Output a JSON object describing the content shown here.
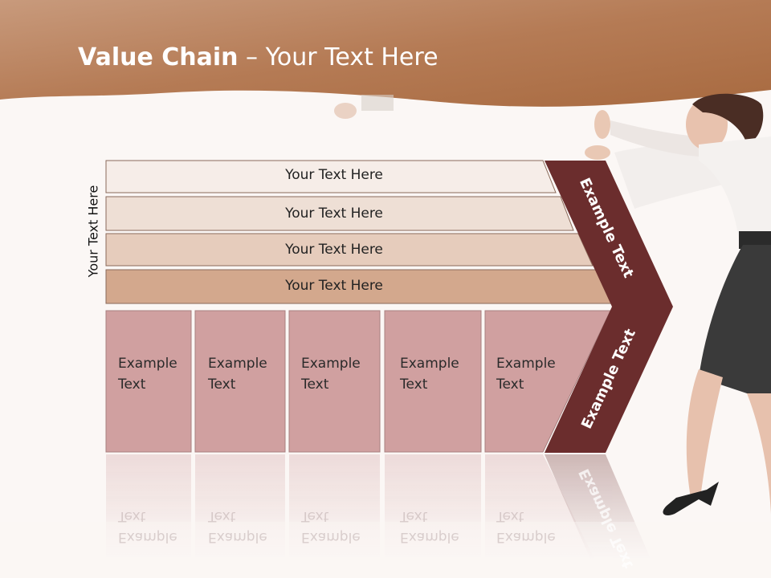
{
  "slide": {
    "title_bold": "Value Chain",
    "title_rest": " – Your Text Here",
    "side_label": "Your Text Here"
  },
  "bands": [
    {
      "label": "Your Text Here"
    },
    {
      "label": "Your Text Here"
    },
    {
      "label": "Your Text Here"
    },
    {
      "label": "Your Text Here"
    }
  ],
  "cells": [
    {
      "line1": "Example",
      "line2": "Text"
    },
    {
      "line1": "Example",
      "line2": "Text"
    },
    {
      "line1": "Example",
      "line2": "Text"
    },
    {
      "line1": "Example",
      "line2": "Text"
    },
    {
      "line1": "Example",
      "line2": "Text"
    }
  ],
  "chevron": {
    "upper_label": "Example Text",
    "lower_label": "Example Text"
  },
  "colors": {
    "header": "#b87a52",
    "chevron": "#6b2d2d",
    "cell": "#d0a0a0",
    "band1": "#f6ede8",
    "band2": "#eedfd5",
    "band3": "#e6ccbc",
    "band4": "#d3a88d"
  }
}
